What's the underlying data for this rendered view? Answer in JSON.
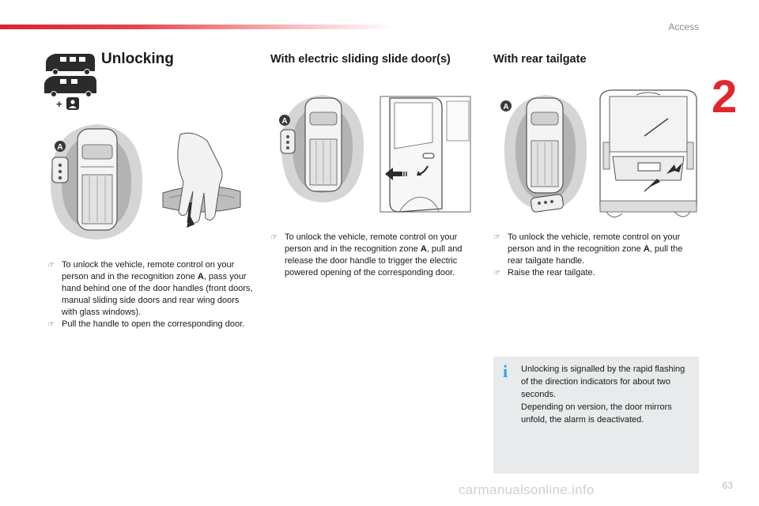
{
  "header": {
    "chapter_label": "Access",
    "chapter_number": "2"
  },
  "sections": {
    "unlocking": {
      "title": "Unlocking",
      "zone_label": "A",
      "steps": [
        "To unlock the vehicle, remote control on your person and in the recognition zone A, pass your hand behind one of the door handles (front doors, manual sliding side doors and rear wing doors with glass windows).",
        "Pull the handle to open the corresponding door."
      ]
    },
    "sliding_door": {
      "title": "With electric sliding slide door(s)",
      "zone_label": "A",
      "steps": [
        "To unlock the vehicle, remote control on your person and in the recognition zone A, pull and release the door handle to trigger the electric powered opening of the corresponding door."
      ]
    },
    "tailgate": {
      "title": "With rear tailgate",
      "zone_label": "A",
      "steps": [
        "To unlock the vehicle, remote control on your person and in the recognition zone A, pull the rear tailgate handle.",
        "Raise the rear tailgate."
      ]
    }
  },
  "info_box": {
    "icon": "info-icon",
    "icon_glyph": "i",
    "lines": [
      "Unlocking is signalled by the rapid flashing of the direction indicators for about two seconds.",
      "Depending on version, the door mirrors unfold, the alarm is deactivated."
    ]
  },
  "footer": {
    "page_number": "63",
    "watermark": "carmanualsonline.info"
  },
  "colors": {
    "accent_red": "#e0262e",
    "info_blue": "#29a9dd",
    "info_bg": "#e8eaeb"
  }
}
